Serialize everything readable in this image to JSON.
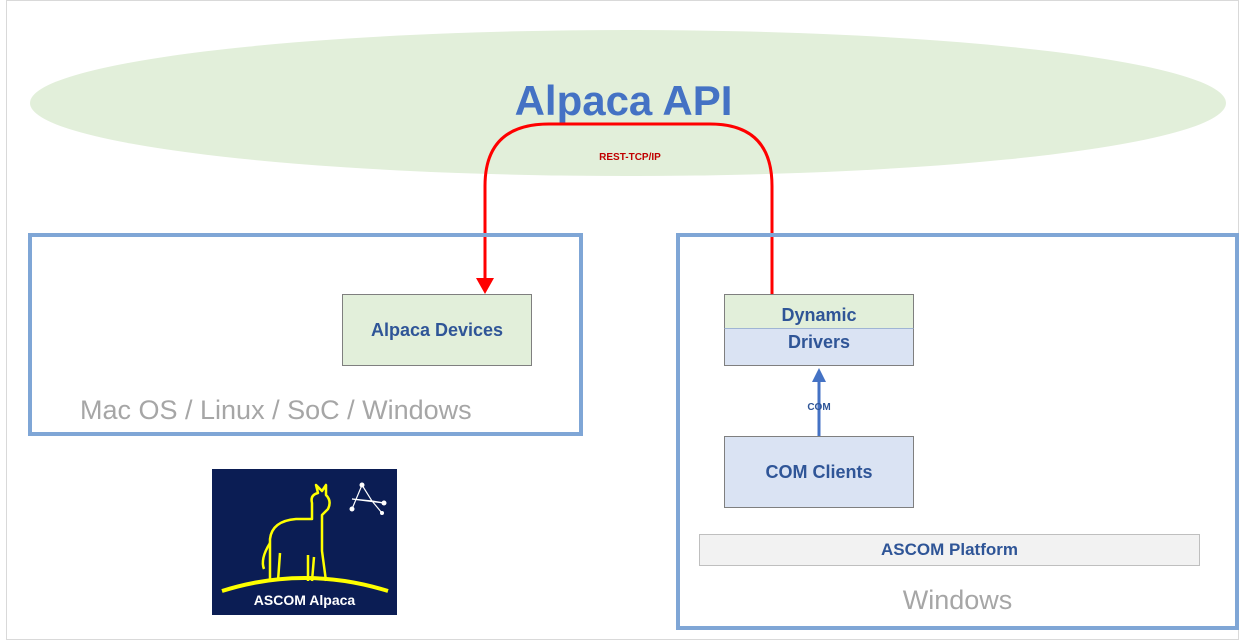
{
  "diagram": {
    "api_title": "Alpaca API",
    "rest_label": "REST-TCP/IP",
    "left_os": {
      "label": "Mac OS / Linux / SoC / Windows",
      "device_box": "Alpaca Devices"
    },
    "right_os": {
      "label": "Windows",
      "dynamic_drivers_top": "Dynamic",
      "dynamic_drivers_bottom": "Drivers",
      "com_label": "COM",
      "com_clients": "COM Clients",
      "ascom_platform": "ASCOM Platform"
    },
    "logo": {
      "text": "ASCOM Alpaca"
    }
  },
  "colors": {
    "api_ellipse": "#e2efda",
    "title_blue": "#4472c4",
    "box_text": "#2f5597",
    "rest_arrow": "#ff0000",
    "com_arrow": "#4472c4",
    "os_border": "#7fa6d6",
    "logo_bg": "#0b1d54",
    "logo_line": "#ffff00"
  }
}
